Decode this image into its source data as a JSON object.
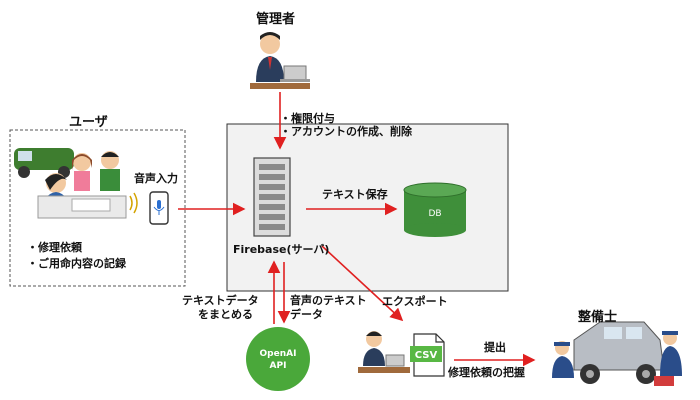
{
  "roles": {
    "admin": "管理者",
    "user": "ユーザ",
    "mechanic": "整備士"
  },
  "admin_actions": [
    "・権限付与",
    "・アカウントの作成、削除"
  ],
  "user_actions": [
    "・修理依頼",
    "・ご用命内容の記録"
  ],
  "edges": {
    "voice_input": "音声入力",
    "text_save": "テキスト保存",
    "export": "エクスポート",
    "submit": "提出",
    "grasp_repair_request": "修理依頼の把握",
    "summarize_text_line1": "テキストデータ",
    "summarize_text_line2": "をまとめる",
    "voice_text_line1": "音声のテキスト",
    "voice_text_line2": "データ"
  },
  "nodes": {
    "server": "Firebase(サーバ)",
    "db": "DB",
    "openai_line1": "OpenAI",
    "openai_line2": "API",
    "csv": "CSV"
  },
  "colors": {
    "arrow": "#e02020",
    "db_green": "#3f8f3a",
    "openai_green": "#4aa83a",
    "csv_green": "#58b844",
    "panel_bg": "#f2f2f2"
  }
}
